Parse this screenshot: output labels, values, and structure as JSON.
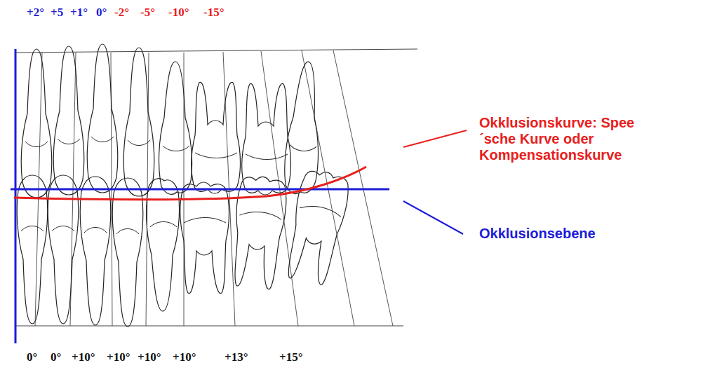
{
  "diagram": {
    "labels": [
      "+2°",
      "+5",
      "+1°",
      "0°",
      "-2°",
      "-5°",
      "-10°",
      "-15°",
      "0°",
      "0°",
      "+10°",
      "+10°",
      "+10°",
      "+10°",
      "+13°",
      "+15°",
      "Okklusionskurve: Spee´sche Kurve oder Kompensationskurve",
      "Okklusionsebene"
    ]
  }
}
